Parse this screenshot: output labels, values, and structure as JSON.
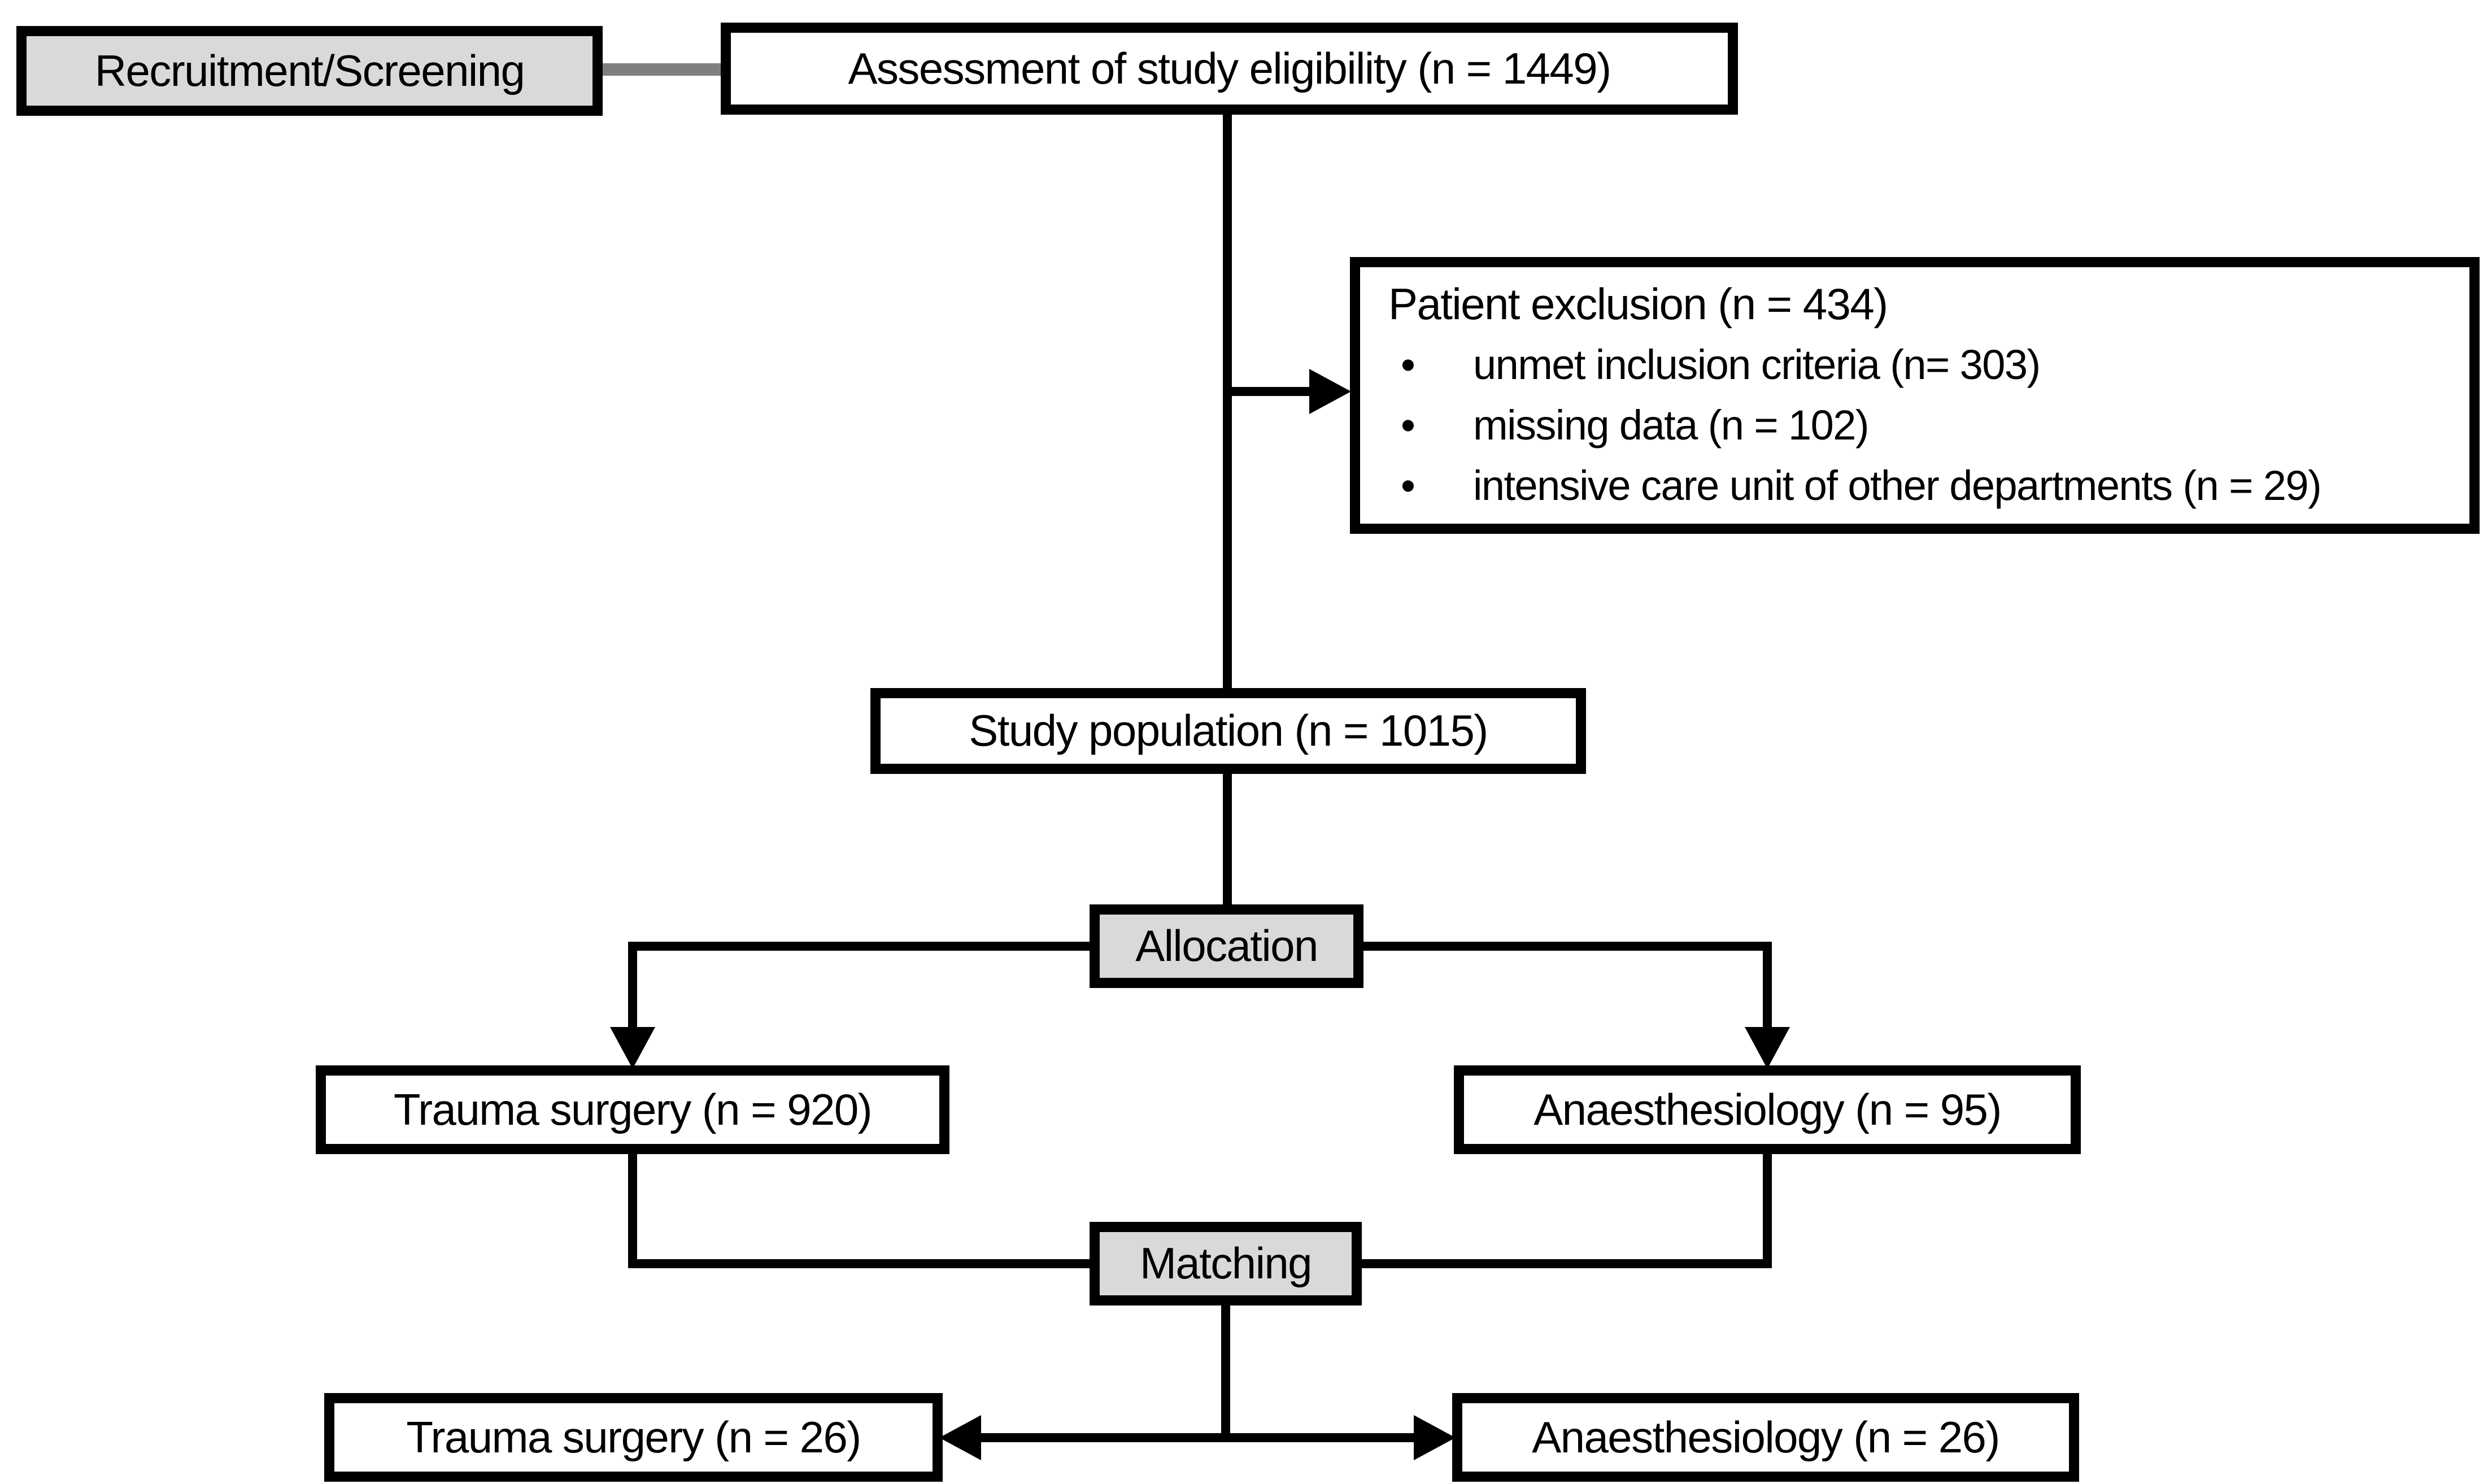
{
  "flowchart": {
    "title_hint": "Study flow diagram",
    "bullet_glyph": "•",
    "stages": {
      "recruitment": {
        "label": "Recruitment/Screening",
        "type": "stage"
      },
      "assessment": {
        "label": "Assessment of study eligibility (n = 1449)",
        "n": 1449
      },
      "exclusion": {
        "title": "Patient exclusion (n = 434)",
        "n": 434,
        "bullets": [
          "unmet inclusion criteria (n= 303)",
          "missing data (n = 102)",
          "intensive care unit of other departments (n = 29)"
        ]
      },
      "study_population": {
        "label": "Study population (n = 1015)",
        "n": 1015
      },
      "allocation": {
        "label": "Allocation",
        "type": "stage"
      },
      "trauma_allocated": {
        "label": "Trauma surgery (n = 920)",
        "n": 920
      },
      "anaesthesiology_allocated": {
        "label": "Anaesthesiology (n = 95)",
        "n": 95
      },
      "matching": {
        "label": "Matching",
        "type": "stage"
      },
      "trauma_matched": {
        "label": "Trauma surgery (n = 26)",
        "n": 26
      },
      "anaesthesiology_matched": {
        "label": "Anaesthesiology (n = 26)",
        "n": 26
      }
    },
    "colors": {
      "stage_fill": "#d9d9d9",
      "box_fill": "#ffffff",
      "border": "#000000",
      "connector": "#000000",
      "screening_connector": "#7f7f7f"
    }
  }
}
